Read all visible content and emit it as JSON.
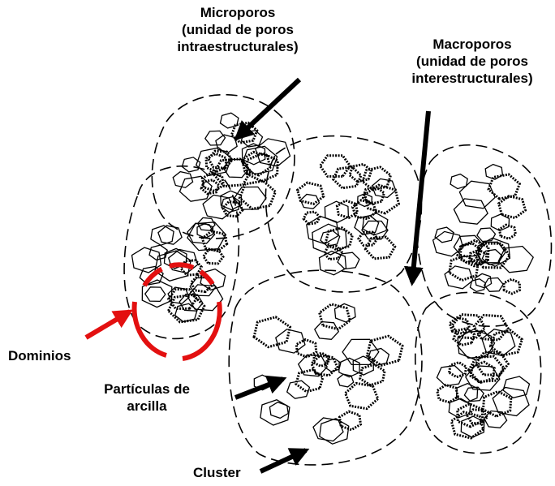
{
  "labels": {
    "microporos": [
      "Microporos",
      "(unidad de poros",
      "intraestructurales)"
    ],
    "macroporos": [
      "Macroporos",
      "(unidad de poros",
      "interestructurales)"
    ],
    "dominios": "Dominios",
    "particulas": [
      "Partículas de",
      "arcilla"
    ],
    "cluster": "Cluster"
  },
  "colors": {
    "ink": "#000000",
    "highlight": "#e31010",
    "paper": "#ffffff"
  }
}
